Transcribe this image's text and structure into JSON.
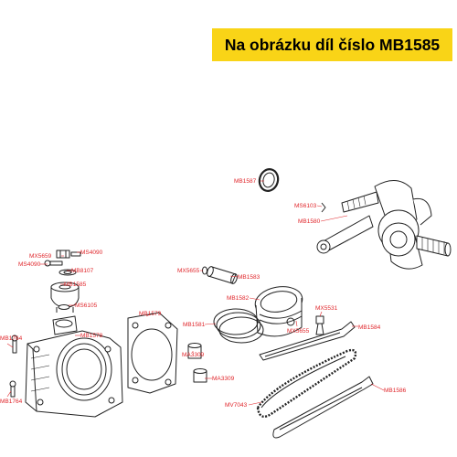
{
  "banner": {
    "text": "Na obrázku díl číslo MB1585",
    "background": "#f9d417"
  },
  "colors": {
    "label": "#e0262b",
    "line": "#222222"
  },
  "labels": [
    "MB1587",
    "MS6103",
    "MB1580",
    "MX5659",
    "MS4090",
    "MS4090",
    "MB8107",
    "MB1585",
    "MS6105",
    "MX5655",
    "MB1583",
    "MB1582",
    "MB1581",
    "MX5655",
    "MA3309",
    "MA3309",
    "MX5531",
    "MB1584",
    "MB1579",
    "MB1578",
    "MB1764",
    "MB1764",
    "MV7043",
    "MB1586"
  ]
}
